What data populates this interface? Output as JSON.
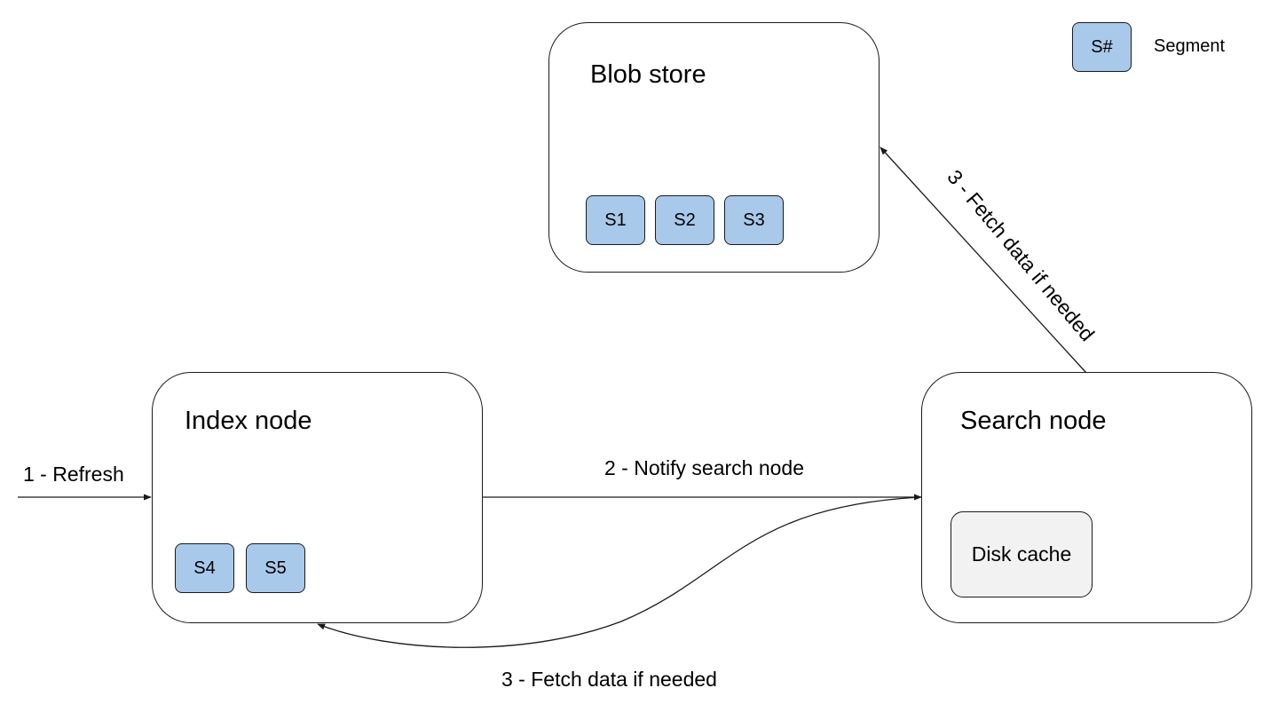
{
  "nodes": {
    "blob_store": {
      "title": "Blob store",
      "segments": [
        "S1",
        "S2",
        "S3"
      ]
    },
    "index_node": {
      "title": "Index node",
      "segments": [
        "S4",
        "S5"
      ]
    },
    "search_node": {
      "title": "Search node",
      "cache_label": "Disk cache"
    }
  },
  "edges": {
    "refresh": "1 - Refresh",
    "notify": "2 - Notify search node",
    "fetch_bottom": "3 - Fetch data if needed",
    "fetch_diagonal": "3 - Fetch data if needed"
  },
  "legend": {
    "symbol": "S#",
    "label": "Segment"
  },
  "colors": {
    "segment_fill": "#a9c9ea",
    "cache_fill": "#f2f2f2",
    "stroke": "#1a1a1a"
  }
}
